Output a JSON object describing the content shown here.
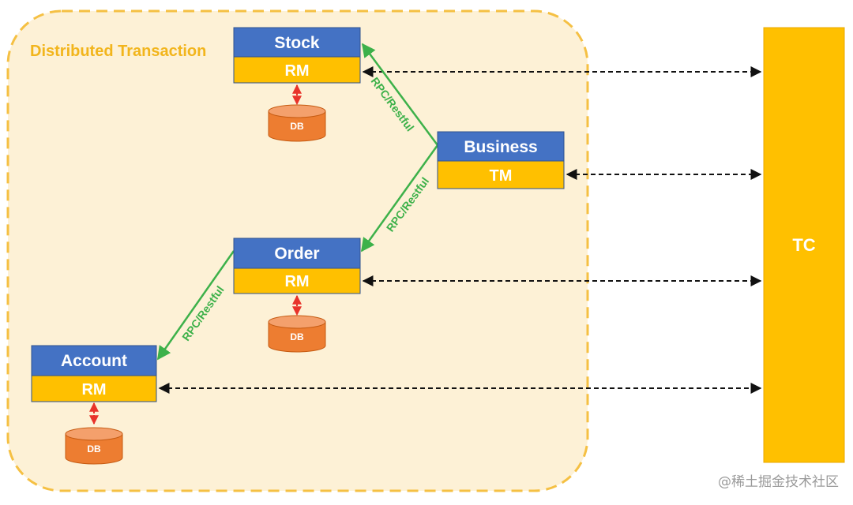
{
  "region": {
    "label": "Distributed Transaction"
  },
  "services": {
    "stock": {
      "title": "Stock",
      "role": "RM",
      "db": "DB"
    },
    "business": {
      "title": "Business",
      "role": "TM"
    },
    "order": {
      "title": "Order",
      "role": "RM",
      "db": "DB"
    },
    "account": {
      "title": "Account",
      "role": "RM",
      "db": "DB"
    }
  },
  "links": {
    "business_stock": "RPC/Restful",
    "business_order": "RPC/Restful",
    "order_account": "RPC/Restful"
  },
  "coordinator": {
    "label": "TC"
  },
  "watermark": "@稀土掘金技术社区",
  "colors": {
    "header_blue": "#4472c4",
    "role_yellow": "#ffc000",
    "db_orange": "#ed7d31",
    "link_green": "#3db14a",
    "region_border": "#f5c043",
    "region_fill": "#fdf1d6",
    "db_link_red": "#e8332a"
  }
}
